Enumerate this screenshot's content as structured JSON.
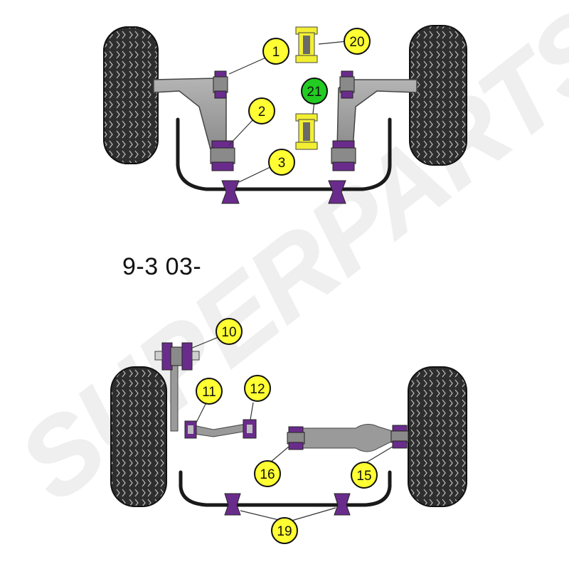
{
  "model_label": "9-3 03-",
  "watermark": "SUPERPARTS",
  "colors": {
    "callout": "#ffff33",
    "callout_highlight": "#22cc22",
    "bushing": "#6a2c8c",
    "bushing_yellow": "#f2ef33",
    "tyre": "#2a2a2a",
    "arm": "#9a9a9a"
  },
  "callouts": [
    {
      "id": "1",
      "label": "1"
    },
    {
      "id": "2",
      "label": "2"
    },
    {
      "id": "3",
      "label": "3"
    },
    {
      "id": "10",
      "label": "10"
    },
    {
      "id": "11",
      "label": "11"
    },
    {
      "id": "12",
      "label": "12"
    },
    {
      "id": "15",
      "label": "15"
    },
    {
      "id": "16",
      "label": "16"
    },
    {
      "id": "19",
      "label": "19"
    },
    {
      "id": "20",
      "label": "20"
    },
    {
      "id": "21",
      "label": "21"
    }
  ]
}
